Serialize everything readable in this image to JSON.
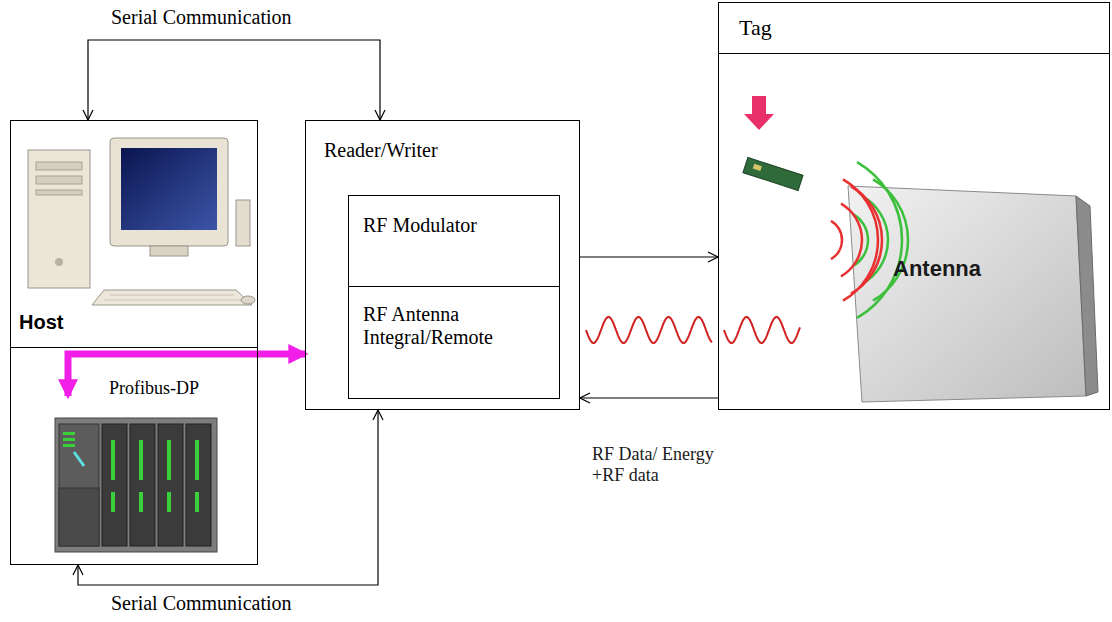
{
  "diagram": {
    "nodes": [
      {
        "text": [
          "Host"
        ]
      },
      {
        "text": [
          "Profibus-DP"
        ]
      },
      {
        "text": [
          "Reader/Writer"
        ]
      },
      {
        "text": [
          "RF Modulator"
        ],
        "in": 2
      },
      {
        "text": [
          "RF Antenna Integral/Remote"
        ],
        "in": 2
      },
      {
        "text": [
          "Tag"
        ]
      }
    ],
    "edges": [
      {
        "from": 0,
        "to": 2,
        "arrow": "both",
        "label": "Serial Communication"
      },
      {
        "from": 1,
        "to": 2,
        "arrow": "both",
        "label": "Serial Communication"
      },
      {
        "from": 1,
        "to": 2,
        "arrow": "both"
      },
      {
        "from": 2,
        "to": 5,
        "arrow": "to"
      },
      {
        "from": 5,
        "to": 2,
        "arrow": "to"
      }
    ],
    "labels": [
      "RF Data/ Energy +RF data",
      "Antenna"
    ]
  }
}
